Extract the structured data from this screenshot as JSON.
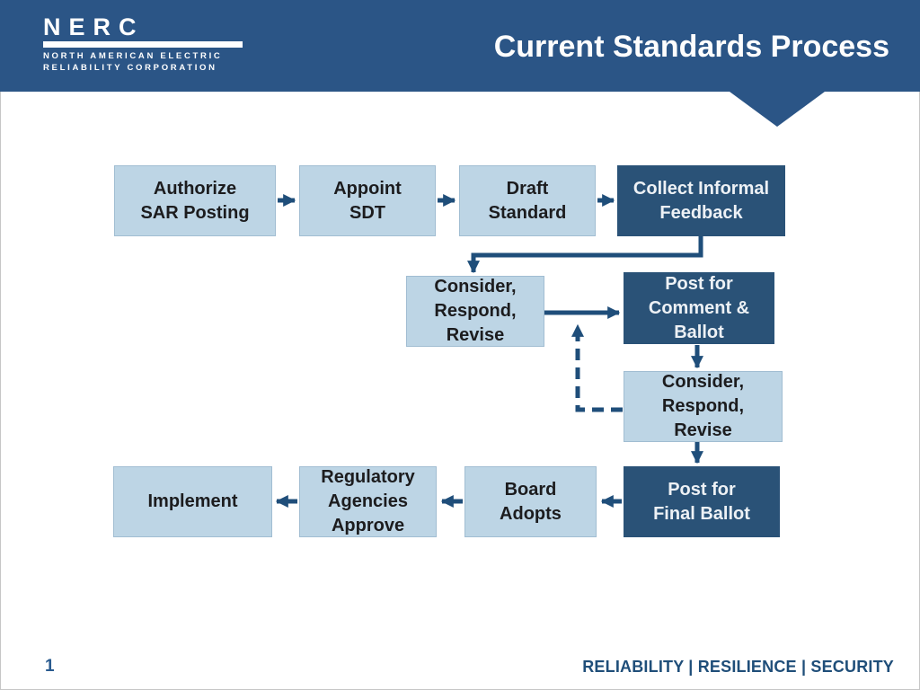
{
  "header": {
    "title": "Current Standards Process"
  },
  "logo": {
    "name": "NERC",
    "tagline_line1": "NORTH AMERICAN ELECTRIC",
    "tagline_line2": "RELIABILITY CORPORATION"
  },
  "footer": {
    "page_number": "1",
    "tagline": "RELIABILITY | RESILIENCE | SECURITY"
  },
  "colors": {
    "header_bg": "#2b5586",
    "node_light_bg": "#bdd5e5",
    "node_dark_bg": "#2a5277",
    "connector": "#1f4e7a",
    "footer_text": "#1f4e79"
  },
  "flowchart": {
    "nodes": [
      {
        "id": "authorize_sar",
        "label": "Authorize\nSAR Posting",
        "variant": "light"
      },
      {
        "id": "appoint_sdt",
        "label": "Appoint\nSDT",
        "variant": "light"
      },
      {
        "id": "draft_standard",
        "label": "Draft\nStandard",
        "variant": "light"
      },
      {
        "id": "collect_informal",
        "label": "Collect Informal\nFeedback",
        "variant": "dark"
      },
      {
        "id": "consider_revise_1",
        "label": "Consider,\nRespond,\nRevise",
        "variant": "light"
      },
      {
        "id": "post_comment_ballot",
        "label": "Post for\nComment &\nBallot",
        "variant": "dark"
      },
      {
        "id": "consider_revise_2",
        "label": "Consider,\nRespond,\nRevise",
        "variant": "light"
      },
      {
        "id": "post_final_ballot",
        "label": "Post for\nFinal Ballot",
        "variant": "dark"
      },
      {
        "id": "board_adopts",
        "label": "Board\nAdopts",
        "variant": "light"
      },
      {
        "id": "regulatory_approve",
        "label": "Regulatory\nAgencies\nApprove",
        "variant": "light"
      },
      {
        "id": "implement",
        "label": "Implement",
        "variant": "light"
      }
    ],
    "edges": [
      {
        "from": "authorize_sar",
        "to": "appoint_sdt",
        "style": "solid"
      },
      {
        "from": "appoint_sdt",
        "to": "draft_standard",
        "style": "solid"
      },
      {
        "from": "draft_standard",
        "to": "collect_informal",
        "style": "solid"
      },
      {
        "from": "collect_informal",
        "to": "consider_revise_1",
        "style": "solid"
      },
      {
        "from": "consider_revise_1",
        "to": "post_comment_ballot",
        "style": "solid"
      },
      {
        "from": "post_comment_ballot",
        "to": "consider_revise_2",
        "style": "solid"
      },
      {
        "from": "consider_revise_2",
        "to": "post_comment_ballot",
        "style": "dashed"
      },
      {
        "from": "consider_revise_2",
        "to": "post_final_ballot",
        "style": "solid"
      },
      {
        "from": "post_final_ballot",
        "to": "board_adopts",
        "style": "solid"
      },
      {
        "from": "board_adopts",
        "to": "regulatory_approve",
        "style": "solid"
      },
      {
        "from": "regulatory_approve",
        "to": "implement",
        "style": "solid"
      }
    ]
  }
}
